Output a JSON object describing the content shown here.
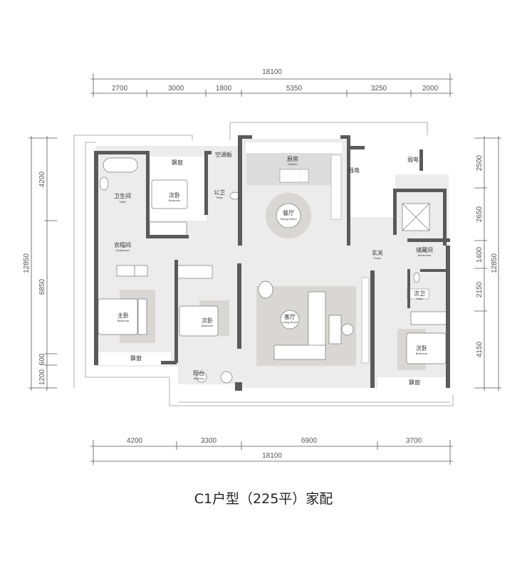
{
  "title": "C1户型（225平）家配",
  "dimensions": {
    "top_total": "18100",
    "top_segments": [
      "2700",
      "3000",
      "1800",
      "5350",
      "3250",
      "2000"
    ],
    "bottom_total": "18100",
    "bottom_segments": [
      "4200",
      "3300",
      "6900",
      "3700"
    ],
    "left_total": "12850",
    "left_segments": [
      "4200",
      "6850",
      "600",
      "1200"
    ],
    "right_total": "12850",
    "right_segments": [
      "2500",
      "2650",
      "1400",
      "2150",
      "4150"
    ]
  },
  "rooms": {
    "toilet1": {
      "cn": "卫生间",
      "en": "Toilet"
    },
    "bedroom_nw": {
      "cn": "次卧",
      "en": "Bedroom"
    },
    "bay_nw": {
      "cn": "飘窗"
    },
    "ac_board": {
      "cn": "空调板"
    },
    "public_toilet": {
      "cn": "公卫",
      "en": "Toilet"
    },
    "kitchen": {
      "cn": "厨房",
      "en": "Kitchen"
    },
    "dining": {
      "cn": "餐厅",
      "en": "Dining Room"
    },
    "strong_elec": {
      "cn": "强电"
    },
    "weak_elec": {
      "cn": "弱电"
    },
    "cloakroom": {
      "cn": "衣帽间",
      "en": "Cloakroom"
    },
    "foyer": {
      "cn": "玄关",
      "en": "Foyer"
    },
    "storeroom": {
      "cn": "储藏间",
      "en": "Storeroom"
    },
    "second_toilet": {
      "cn": "次卫",
      "en": "Toilet"
    },
    "master": {
      "cn": "主卧",
      "en": "Bedroom"
    },
    "bedroom_mid": {
      "cn": "次卧",
      "en": "Bedroom"
    },
    "living": {
      "cn": "客厅",
      "en": "Living Room"
    },
    "bedroom_e": {
      "cn": "次卧",
      "en": "Bedroom"
    },
    "bay_sw": {
      "cn": "飘窗"
    },
    "bay_se": {
      "cn": "飘窗"
    },
    "balcony": {
      "cn": "阳台",
      "en": "Balcony"
    }
  },
  "colors": {
    "wall": "#5a5a5a",
    "wall_light": "#8c8c8c",
    "floor": "#ececec",
    "rug": "#d9d7d3",
    "line": "#555555"
  }
}
